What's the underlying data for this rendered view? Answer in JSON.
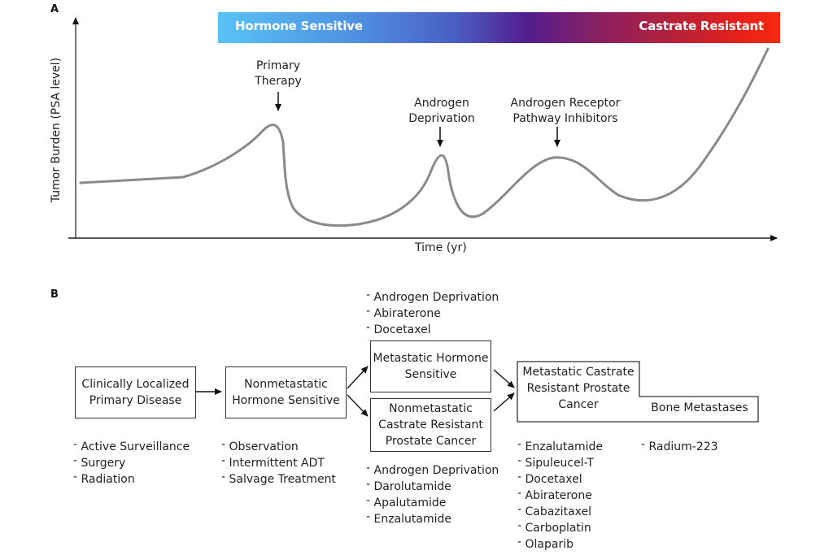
{
  "panel_a": {
    "label": "A",
    "gradient_bar": {
      "left_label": "Hormone Sensitive",
      "right_label": "Castrate Resistant",
      "colors": [
        "#58c3f6",
        "#531d8f",
        "#f72a10"
      ]
    },
    "y_axis_label": "Tumor Burden (PSA level)",
    "x_axis_label": "Time (yr)",
    "annotations": [
      {
        "line1": "Primary",
        "line2": "Therapy"
      },
      {
        "line1": "Androgen",
        "line2": "Deprivation"
      },
      {
        "line1": "Androgen Receptor",
        "line2": "Pathway Inhibitors"
      }
    ],
    "curve_color": "#8a8a8a"
  },
  "panel_b": {
    "label": "B",
    "boxes": {
      "localized": {
        "line1": "Clinically Localized",
        "line2": "Primary Disease"
      },
      "nmhs": {
        "line1": "Nonmetastatic",
        "line2": "Hormone Sensitive"
      },
      "mhs": {
        "line1": "Metastatic Hormone",
        "line2": "Sensitive"
      },
      "nmcrpc": {
        "line1": "Nonmetastatic",
        "line2": "Castrate Resistant",
        "line3": "Prostate Cancer"
      },
      "mcrpc": {
        "line1": "Metastatic Castrate",
        "line2": "Resistant Prostate",
        "line3": "Cancer"
      },
      "bone": {
        "line1": "Bone Metastases"
      }
    },
    "lists": {
      "localized": [
        "Active Surveillance",
        "Surgery",
        "Radiation"
      ],
      "nmhs": [
        "Observation",
        "Intermittent ADT",
        "Salvage Treatment"
      ],
      "mhs": [
        "Androgen Deprivation",
        "Abiraterone",
        "Docetaxel"
      ],
      "nmcrpc": [
        "Androgen Deprivation",
        "Darolutamide",
        "Apalutamide",
        "Enzalutamide"
      ],
      "mcrpc": [
        "Enzalutamide",
        "Sipuleucel-T",
        "Docetaxel",
        "Abiraterone",
        "Cabazitaxel",
        "Carboplatin",
        "Olaparib"
      ],
      "bone": [
        "Radium-223"
      ]
    }
  }
}
